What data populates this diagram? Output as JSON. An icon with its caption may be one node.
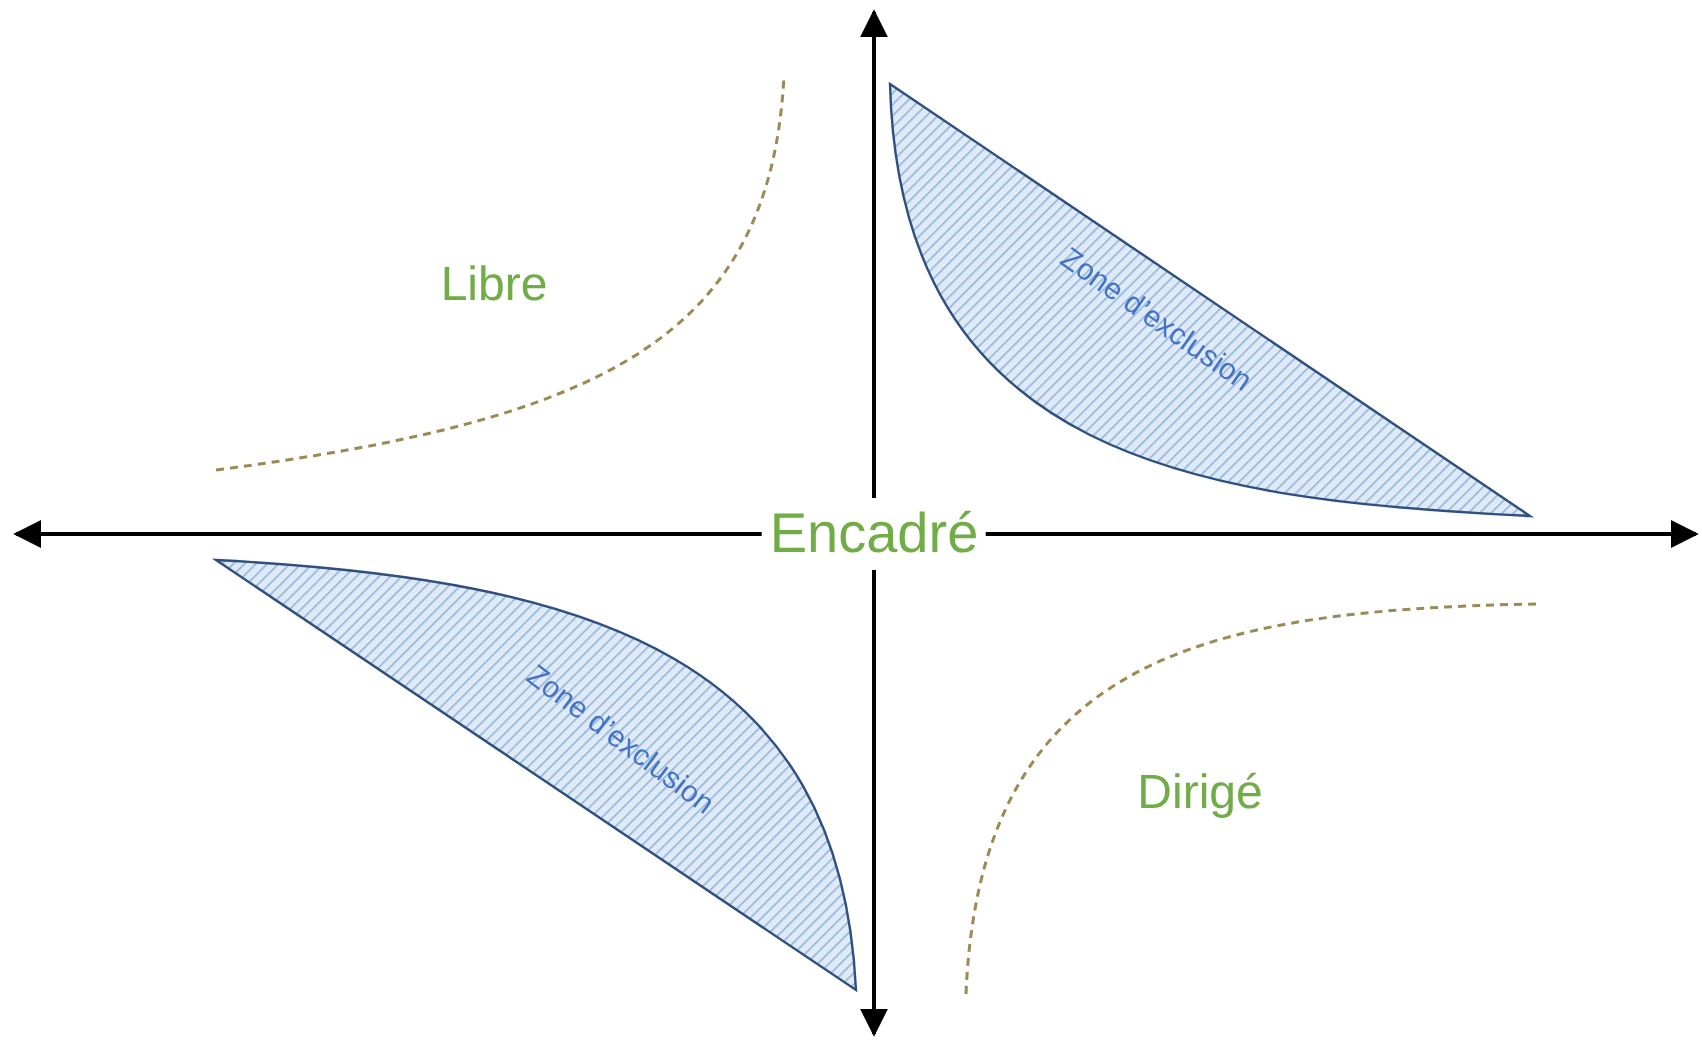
{
  "diagram": {
    "nodes": [
      {
        "text": [
          "Zone d’exclusion"
        ]
      },
      {
        "text": [
          "Zone d’exclusion"
        ]
      }
    ],
    "labels": [
      "Libre",
      "Encadré",
      "Dirigé"
    ]
  }
}
